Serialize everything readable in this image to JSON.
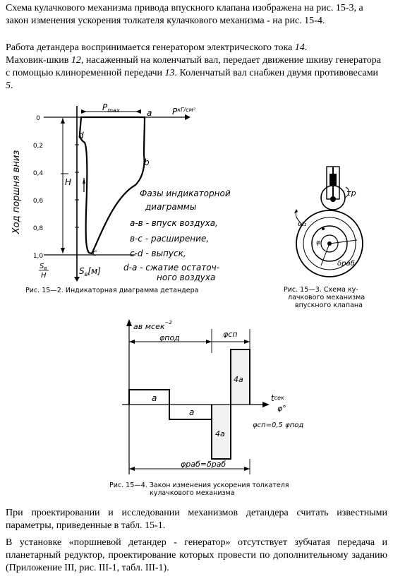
{
  "paragraphs": {
    "p1": "Схема кулачкового механизма привода впускного клапана изображена на рис. 15-3, а закон изменения ускорения толкателя кулачкового механизма - на рис. 15-4.",
    "p2": "Работа детандера воспринимается генератором электрического тока",
    "p2_num": "14",
    "p3_a": "Маховик-шкив",
    "p3_n1": "12",
    "p3_b": ", насаженный на коленчатый вал, передает движение шкиву генератора с помощью клиноременной передачи",
    "p3_n2": "13",
    "p3_c": ". Коленчатый вал снабжен двумя противовесами",
    "p3_n3": "5",
    "p4": "При проектировании и исследовании механизмов детандера считать известными параметры, приведенные в табл. 15-1.",
    "p5": "В установке «поршневой детандер - генератор» отсутствует зубчатая передача и планетарный редуктор, проектирование которых провести по дополнительному заданию (Приложение III, рис. III-1, табл. III-1)."
  },
  "fig2": {
    "caption": "Рис. 15—2. Индикаторная диаграмма детандера",
    "y_axis_title": "Ход поршня вниз",
    "y_ticks": [
      "0",
      "0,2",
      "0,4",
      "0,6",
      "0,8",
      "1,0"
    ],
    "y_tick_values": [
      0,
      0.2,
      0.4,
      0.6,
      0.8,
      1.0
    ],
    "x_label": "P",
    "x_label_sub": "max",
    "p_units": "кГ/см²",
    "sb_label": "S",
    "sb_sub": "в",
    "sb_unit": "[м]",
    "ratio_num": "S",
    "ratio_sub": "в",
    "ratio_den": "H",
    "h_label": "H",
    "point_labels": [
      "a",
      "b",
      "c",
      "d"
    ],
    "legend_title_1": "Фазы индикаторной",
    "legend_title_2": "диаграммы",
    "legend_lines": [
      "а-в - впуск воздуха,",
      "в-с - расширение,",
      "с-d - выпуск,",
      "d-а - сжатие остаточ-",
      "ного воздуха"
    ]
  },
  "fig3": {
    "caption_1": "Рис. 15—3. Схема ку-",
    "caption_2": "лачкового механизма",
    "caption_3": "впускного клапана",
    "label_tp": "τр",
    "label_phi": "φ",
    "label_delta": "δраб",
    "label_omega": "ω₁"
  },
  "fig4": {
    "caption_1": "Рис. 15—4. Закон изменения ускорения толкателя",
    "caption_2": "кулачкового механизма",
    "y_label": "aв мсек",
    "y_exp": "−2",
    "x_label_t": "t",
    "x_label_unit": "сек",
    "x_label_phi": "φ°",
    "phi_pod": "φпод",
    "phi_sp": "φсп",
    "rel": "φсп=0,5 φпод",
    "phi_rab": "φраб=δраб",
    "a_label": "a",
    "four_a": "4a",
    "acc_profile": [
      1,
      -1,
      -4,
      4
    ],
    "phase_ratio_sp_over_pod": 0.5
  }
}
